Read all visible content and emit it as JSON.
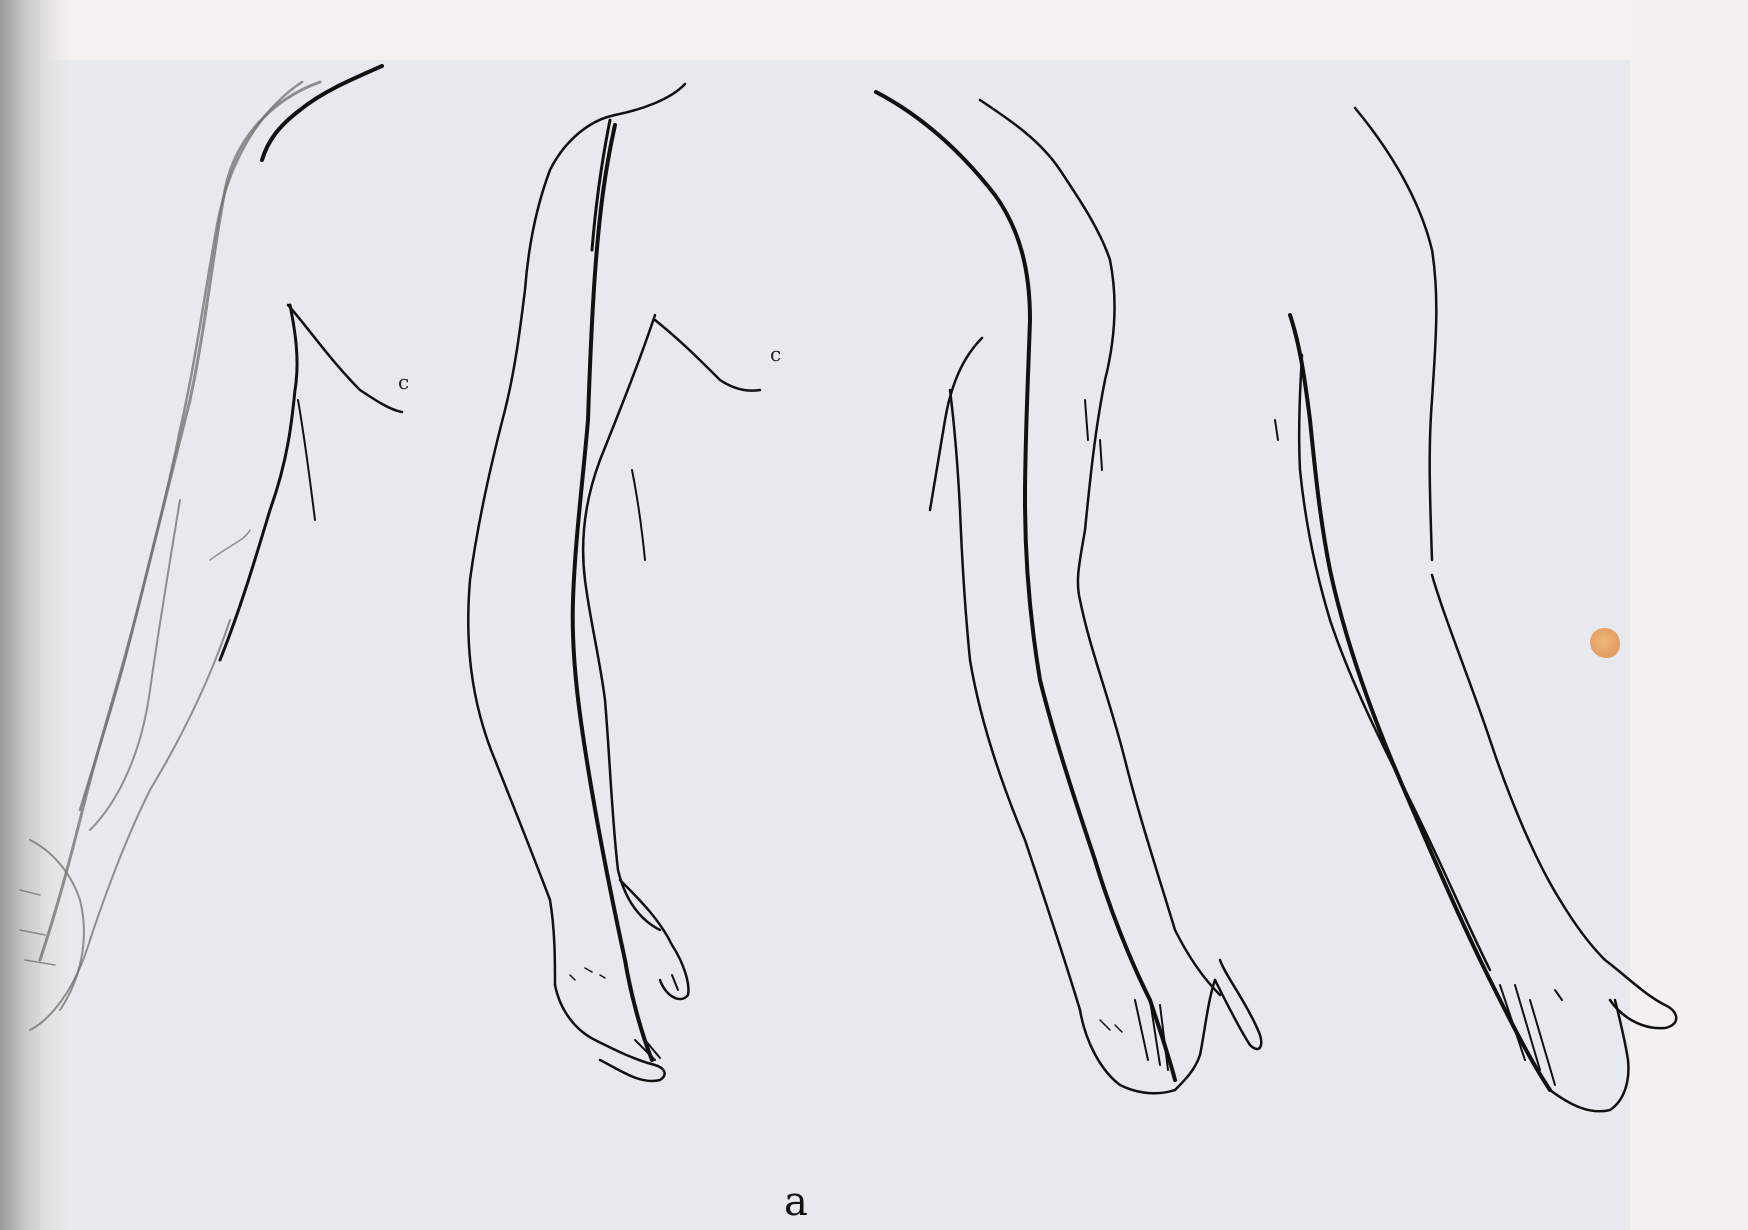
{
  "figure": {
    "caption": "a",
    "markers": [
      "c",
      "c"
    ]
  },
  "colors": {
    "plate": "#e6e9ed",
    "paper": "#f3f1ee",
    "ink": "#111111",
    "stain": "#e6a265"
  }
}
